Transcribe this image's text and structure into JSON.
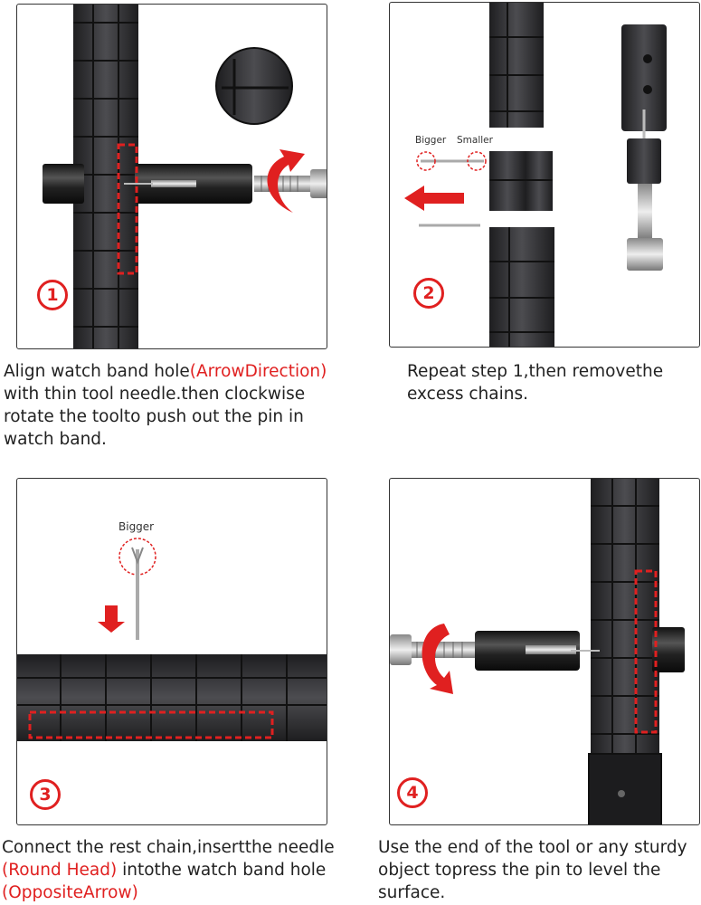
{
  "steps": [
    {
      "number": "1",
      "caption_a": "Align watch band hole",
      "caption_highlight": "(ArrowDirection)",
      "caption_b": "with thin tool needle.then clockwise",
      "caption_c": "rotate the toolto push out the pin in",
      "caption_d": "watch band."
    },
    {
      "number": "2",
      "caption_a": "Repeat step 1,then removethe",
      "caption_b": "excess chains.",
      "label_bigger": "Bigger",
      "label_smaller": "Smaller"
    },
    {
      "number": "3",
      "caption_a": "Connect the rest chain,insertthe needle",
      "caption_highlight_1": "(Round Head)",
      "caption_b": " intothe watch band hole",
      "caption_highlight_2": "(OppositeArrow)",
      "label_bigger": "Bigger"
    },
    {
      "number": "4",
      "caption_a": "Use the end of the tool or any sturdy",
      "caption_b": "object topress the pin to level the",
      "caption_c": "surface."
    }
  ],
  "colors": {
    "accent": "#e02020",
    "metal_dark": "#2a2a2c",
    "metal_mid": "#4a4a4e",
    "frame": "#333333"
  }
}
